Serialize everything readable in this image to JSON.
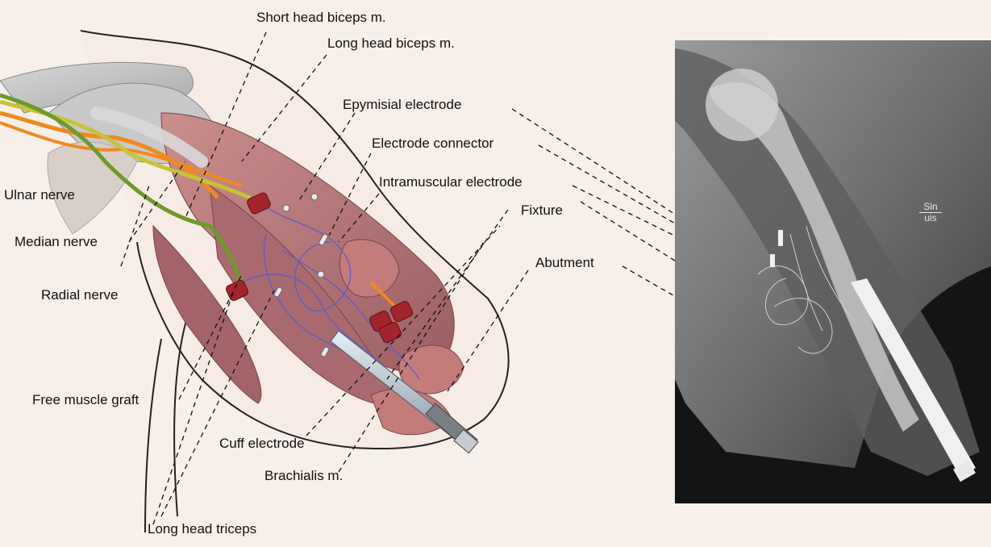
{
  "labels": {
    "short_head_biceps": "Short head biceps m.",
    "long_head_biceps": "Long head biceps m.",
    "epymisial_electrode": "Epymisial electrode",
    "electrode_connector": "Electrode connector",
    "intramuscular_electrode": "Intramuscular electrode",
    "fixture": "Fixture",
    "abutment": "Abutment",
    "ulnar_nerve": "Ulnar nerve",
    "median_nerve": "Median nerve",
    "radial_nerve": "Radial nerve",
    "free_muscle_graft": "Free muscle graft",
    "cuff_electrode": "Cuff electrode",
    "brachialis": "Brachialis m.",
    "long_head_triceps": "Long head triceps"
  },
  "xray": {
    "marker_top": "Sin",
    "marker_bottom": "uis"
  },
  "colors": {
    "background": "#f7efe9",
    "muscle": "#b8777a",
    "nerve_ulnar": "#f08a1e",
    "nerve_median": "#c8c23a",
    "nerve_radial": "#6d9a2a",
    "electrode": "#a3242a",
    "wire": "#5a5ad0",
    "xray_background": "#1a1a1a"
  }
}
